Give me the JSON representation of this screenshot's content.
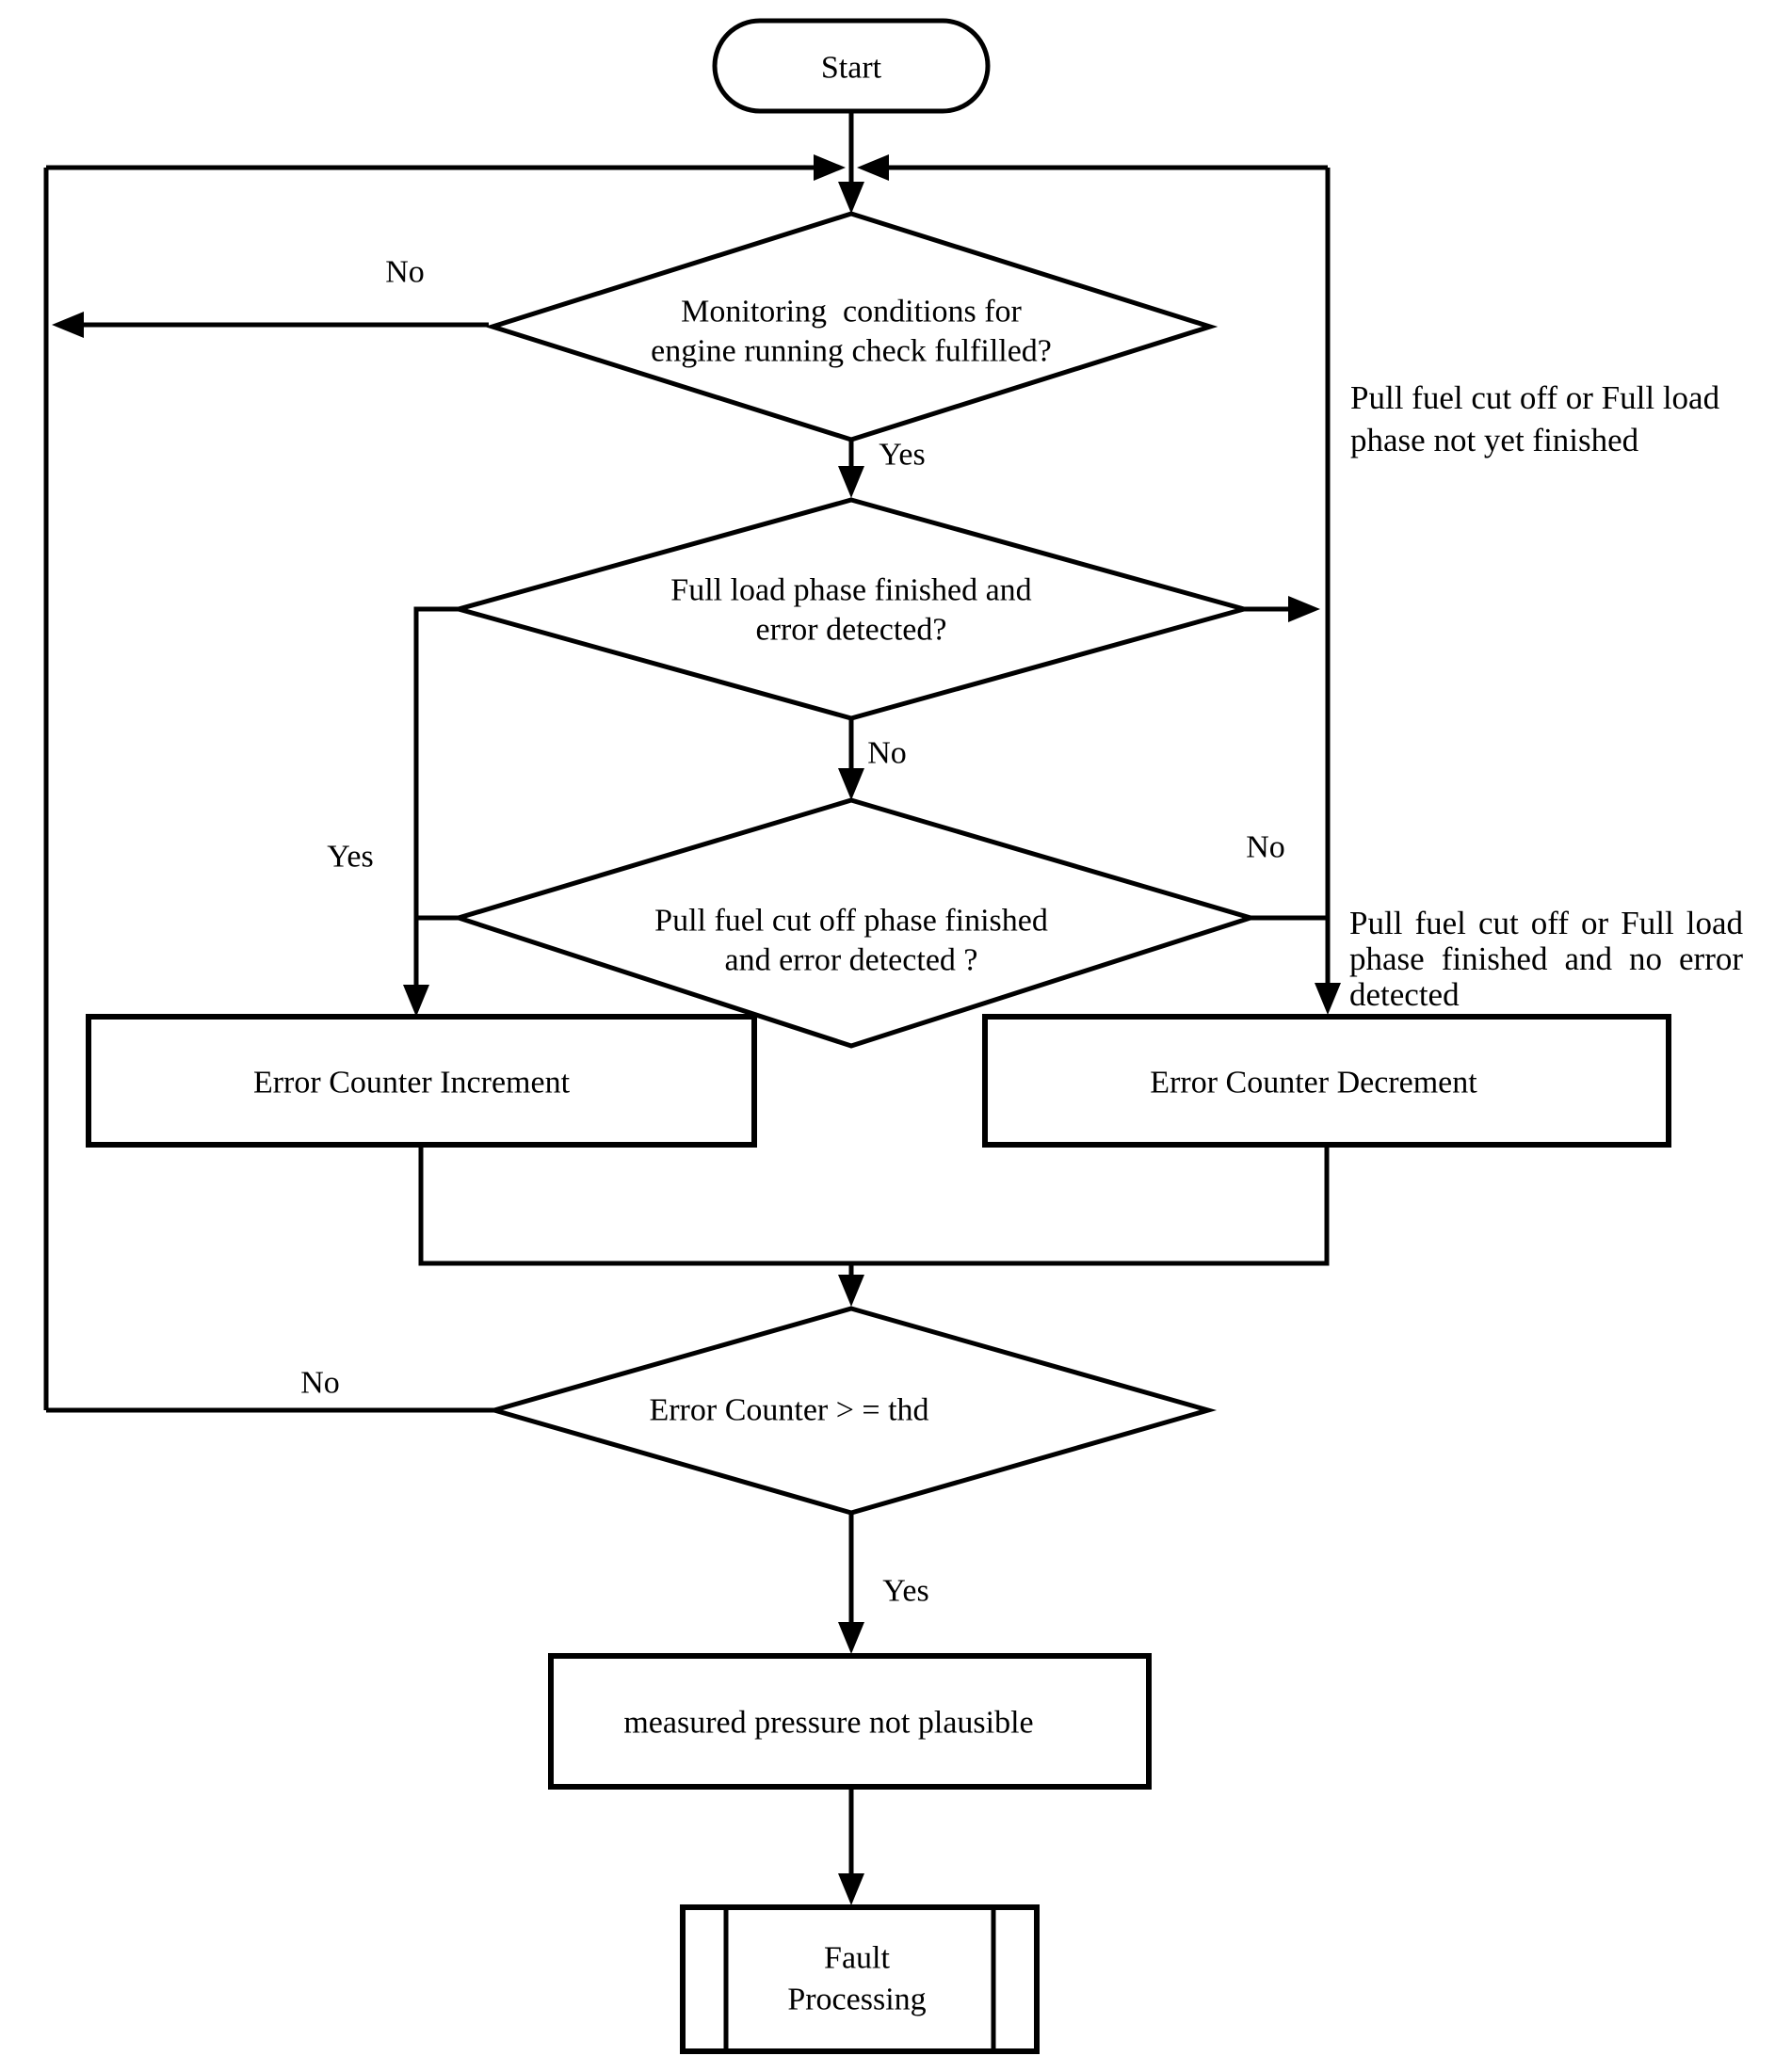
{
  "figure": {
    "type": "flowchart",
    "background": "#ffffff",
    "stroke_color": "#000000"
  },
  "nodes": {
    "start": {
      "label": "Start"
    },
    "monitoring_decision": {
      "line1": "Monitoring  conditions for",
      "line2": "engine running check fulfilled?"
    },
    "full_load_decision": {
      "line1": "Full load phase finished and",
      "line2": "error detected?"
    },
    "pull_fuel_decision": {
      "line1": "Pull fuel cut off phase finished",
      "line2": "and error detected ?"
    },
    "threshold_decision": {
      "label": "Error Counter > = thd"
    },
    "error_counter_increment": {
      "label": "Error Counter Increment"
    },
    "error_counter_decrement": {
      "label": "Error Counter Decrement"
    },
    "not_plausible": {
      "label": "measured pressure not plausible"
    },
    "fault_processing": {
      "line1": "Fault",
      "line2": "Processing"
    }
  },
  "edge_labels": {
    "monitoring_no": "No",
    "monitoring_yes": "Yes",
    "full_load_no": "No",
    "left_branch_yes": "Yes",
    "pull_fuel_no": "No",
    "threshold_no": "No",
    "threshold_yes": "Yes"
  },
  "annotations": {
    "not_yet_finished": {
      "line1": "Pull fuel cut off or Full load",
      "line2": "phase not yet finished"
    },
    "no_error_detected": {
      "line1": "Pull fuel cut off or Full load",
      "line2": "phase finished and no error",
      "line3": "detected"
    }
  }
}
